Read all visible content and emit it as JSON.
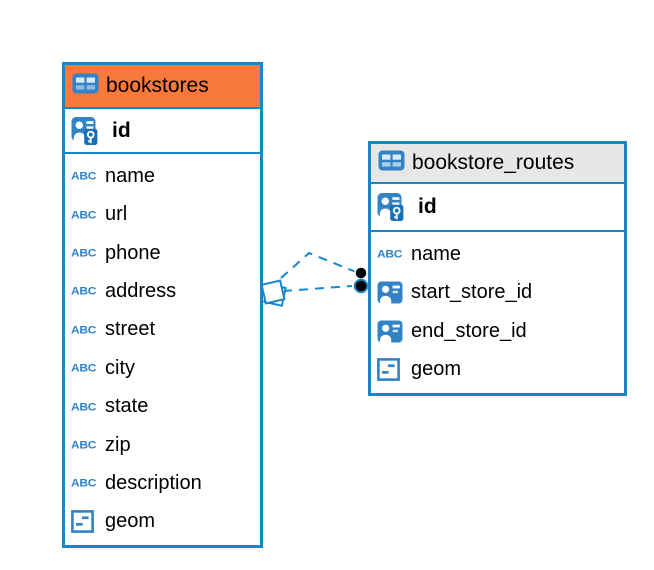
{
  "colors": {
    "accent_blue": "#1787C9",
    "icon_blue": "#3183C6",
    "icon_blue_dark": "#1770B4",
    "bookstores_header": "#F8793B",
    "routes_header": "#E7E7E7",
    "canvas_bg": "#FFFFFF",
    "text_color": "#000000"
  },
  "icons": {
    "text_type_glyph": "ABC"
  },
  "tables": [
    {
      "title": "bookstores",
      "header_color": "#F8793B",
      "columns": [
        {
          "label": "id",
          "type": "primary-key"
        },
        {
          "label": "name",
          "type": "text"
        },
        {
          "label": "url",
          "type": "text"
        },
        {
          "label": "phone",
          "type": "text"
        },
        {
          "label": "address",
          "type": "text"
        },
        {
          "label": "street",
          "type": "text"
        },
        {
          "label": "city",
          "type": "text"
        },
        {
          "label": "state",
          "type": "text"
        },
        {
          "label": "zip",
          "type": "text"
        },
        {
          "label": "description",
          "type": "text"
        },
        {
          "label": "geom",
          "type": "geometry"
        }
      ]
    },
    {
      "title": "bookstore_routes",
      "header_color": "#E7E7E7",
      "columns": [
        {
          "label": "id",
          "type": "primary-key"
        },
        {
          "label": "name",
          "type": "text"
        },
        {
          "label": "start_store_id",
          "type": "reference"
        },
        {
          "label": "end_store_id",
          "type": "reference"
        },
        {
          "label": "geom",
          "type": "geometry"
        }
      ]
    }
  ],
  "relation": {
    "from_table": "bookstores",
    "to_table": "bookstore_routes",
    "line_style": "dashed",
    "source_marker": "tilted-square",
    "target_marker": "double-dot"
  }
}
